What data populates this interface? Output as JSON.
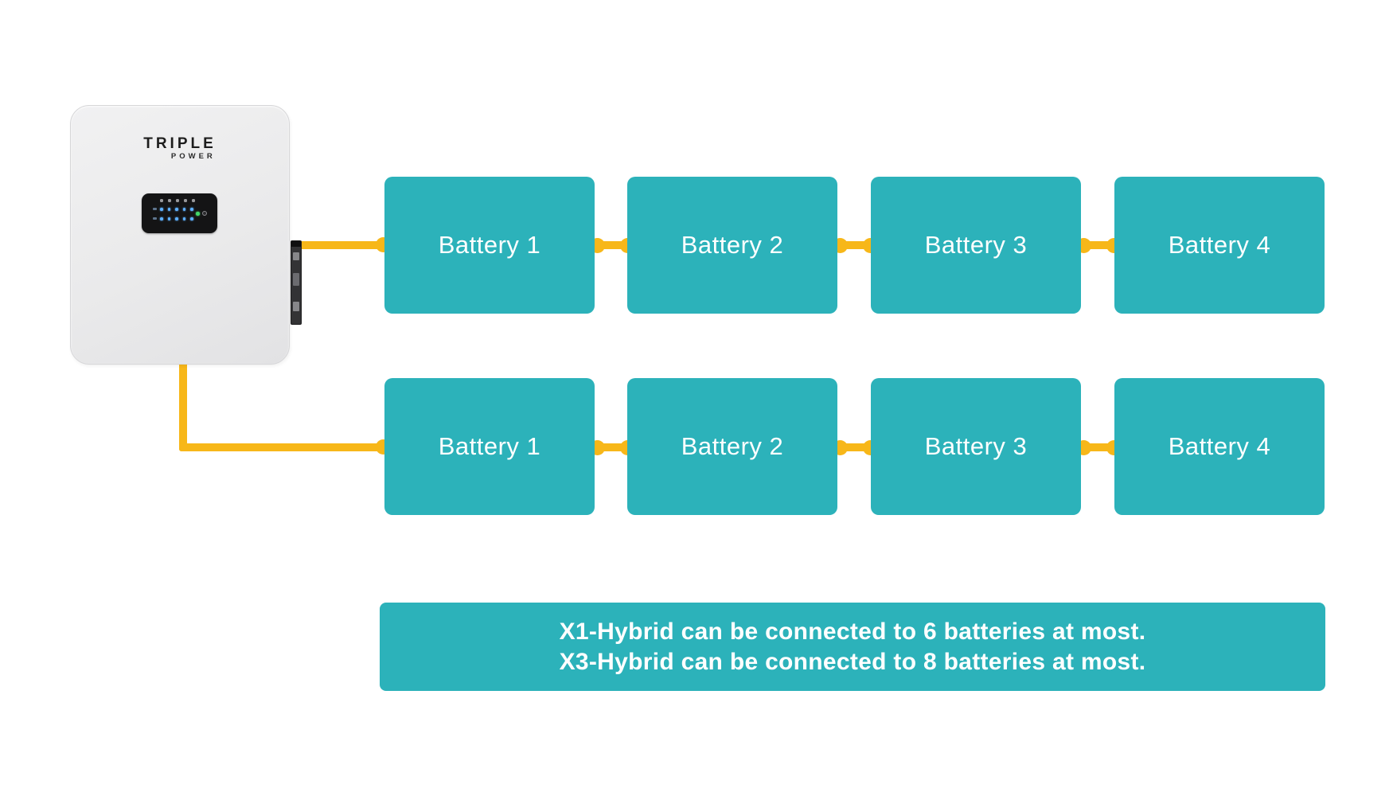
{
  "colors": {
    "teal": "#2cb2ba",
    "yellow": "#f7b719",
    "device-light": "#f1f1f2",
    "device-dark": "#e2e2e4",
    "panel-bg": "#141415",
    "led-blue": "#5fb0ff",
    "led-green": "#43d66b",
    "logo-ink": "#1d1d1d",
    "label-white": "#ffffff"
  },
  "inverter": {
    "brand": "TRIPLE",
    "brand_sub": "POWER",
    "panel": {
      "led_rows": 2,
      "leds_per_row": 5
    }
  },
  "rows": [
    {
      "batteries": [
        "Battery 1",
        "Battery 2",
        "Battery 3",
        "Battery 4"
      ]
    },
    {
      "batteries": [
        "Battery 1",
        "Battery 2",
        "Battery 3",
        "Battery 4"
      ]
    }
  ],
  "note": {
    "line1": "X1-Hybrid can be connected to 6 batteries at most.",
    "line2": "X3-Hybrid can be connected to 8 batteries at most."
  }
}
